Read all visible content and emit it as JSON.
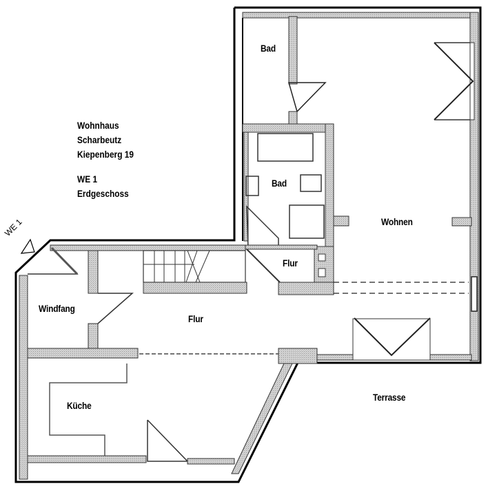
{
  "title_block": {
    "building": "Wohnhaus",
    "town": "Scharbeutz",
    "address": "Kiepenberg 19",
    "unit": "WE 1",
    "floor": "Erdgeschoss"
  },
  "entrance_marker": {
    "label": "WE 1",
    "icon": "triangle-entrance-icon"
  },
  "rooms": [
    {
      "id": "bad-1",
      "label": "Bad"
    },
    {
      "id": "bad-2",
      "label": "Bad"
    },
    {
      "id": "flur-small",
      "label": "Flur"
    },
    {
      "id": "wohnen",
      "label": "Wohnen"
    },
    {
      "id": "windfang",
      "label": "Windfang"
    },
    {
      "id": "flur-main",
      "label": "Flur"
    },
    {
      "id": "kueche",
      "label": "Küche"
    },
    {
      "id": "terrasse",
      "label": "Terrasse"
    }
  ],
  "colors": {
    "wall_outline": "#000000",
    "wall_fill": "#c8c8c8",
    "background": "#ffffff"
  }
}
